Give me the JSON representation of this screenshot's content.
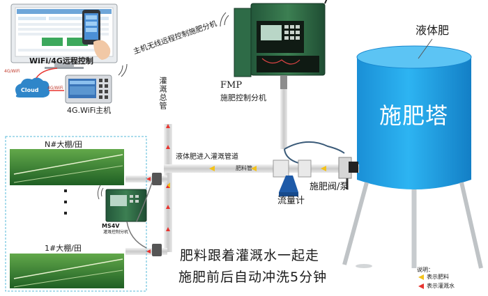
{
  "labels": {
    "wifi_control": "WiFi/4G远程控制",
    "wifi_small": "4G/WiFi",
    "wifi_small_2": "4G/WiFi",
    "cloud": "Cloud",
    "host": "4G.WiFi主机",
    "wireless_link": "主机无线远程控制施肥分机",
    "fmp_title": "FMP",
    "fmp_sub": "施肥控制分机",
    "main_pipe": "灌溉总管",
    "liquid_entry": "液体肥进入灌溉管道",
    "fert_pipe": "肥料管",
    "flowmeter": "流量计",
    "valve": "施肥阀/泵",
    "tank_title": "施肥塔",
    "liquid": "液体肥",
    "greenhouse_n": "N#大棚/田",
    "greenhouse_1": "1#大棚/田",
    "ms4v": "MS4V",
    "ms4v_sub": "灌溉控制分机",
    "slogan1": "肥料跟着灌溉水一起走",
    "slogan2": "施肥前后自动冲洗5分钟",
    "legend_title": "说明：",
    "legend_fert": "表示肥料",
    "legend_water": "表示灌溉水"
  },
  "colors": {
    "tank": "#1c9fe6",
    "tank_top": "#5cc4f4",
    "cabinet": "#2d6a3e",
    "pipe": "#d9d9d9",
    "field": "#2e7d32",
    "fert_arrow": "#f3c21b",
    "water_arrow": "#e8342f",
    "frame": "#55b8d8"
  }
}
